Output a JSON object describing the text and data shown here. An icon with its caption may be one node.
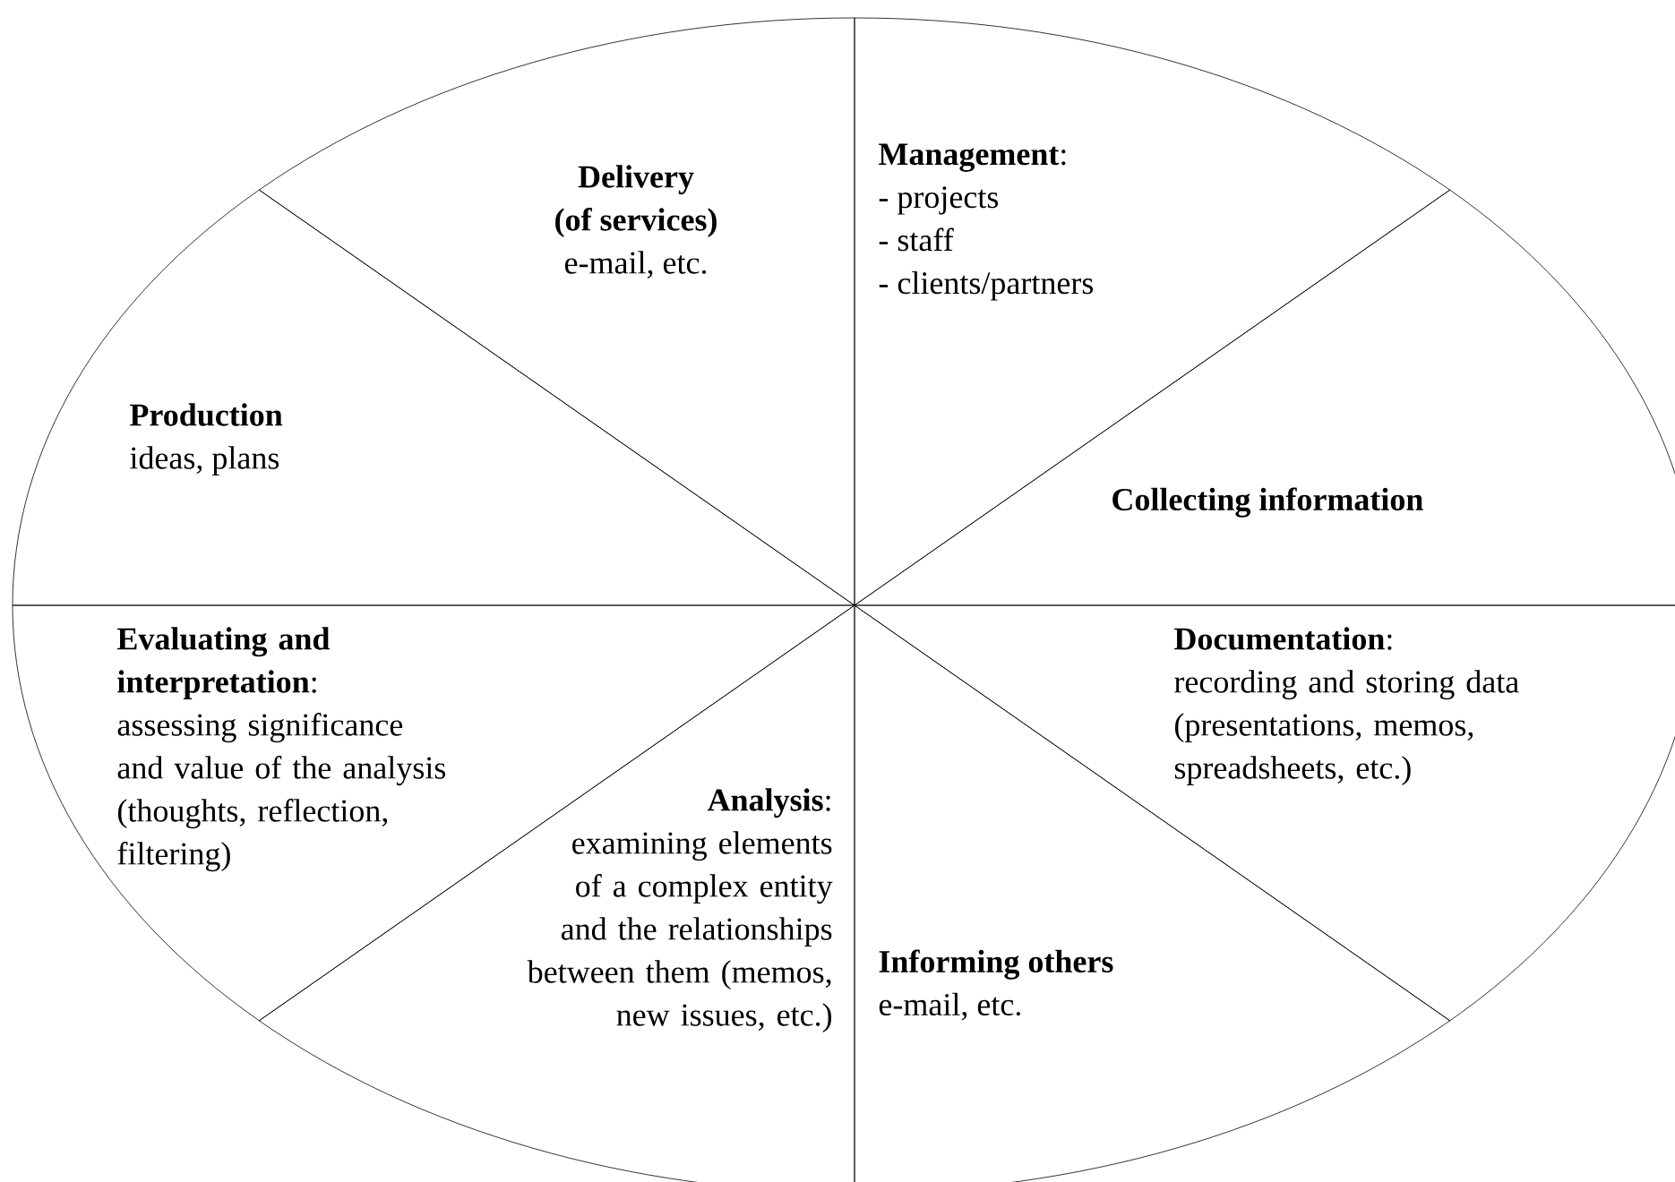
{
  "diagram": {
    "nodes": [
      {
        "text": [
          "Delivery",
          "(of services)",
          "e-mail, etc."
        ]
      },
      {
        "text": [
          "**Management**:",
          "- projects",
          "- staff",
          "- clients/partners"
        ]
      },
      {
        "text": [
          "Production",
          "ideas, plans"
        ]
      },
      {
        "text": [
          "Collecting information"
        ]
      },
      {
        "text": [
          "**Evaluating and interpretation**:",
          "assessing significance and value of the analysis (thoughts, reflection, filtering)"
        ]
      },
      {
        "text": [
          "**Documentation**:",
          "recording and storing data (presentations, memos, spreadsheets, etc.)"
        ]
      },
      {
        "text": [
          "**Analysis**:",
          "examining elements of a complex entity and the relationships between them (memos, new issues, etc.)"
        ]
      },
      {
        "text": [
          "Informing others",
          "e-mail, etc."
        ]
      }
    ]
  }
}
